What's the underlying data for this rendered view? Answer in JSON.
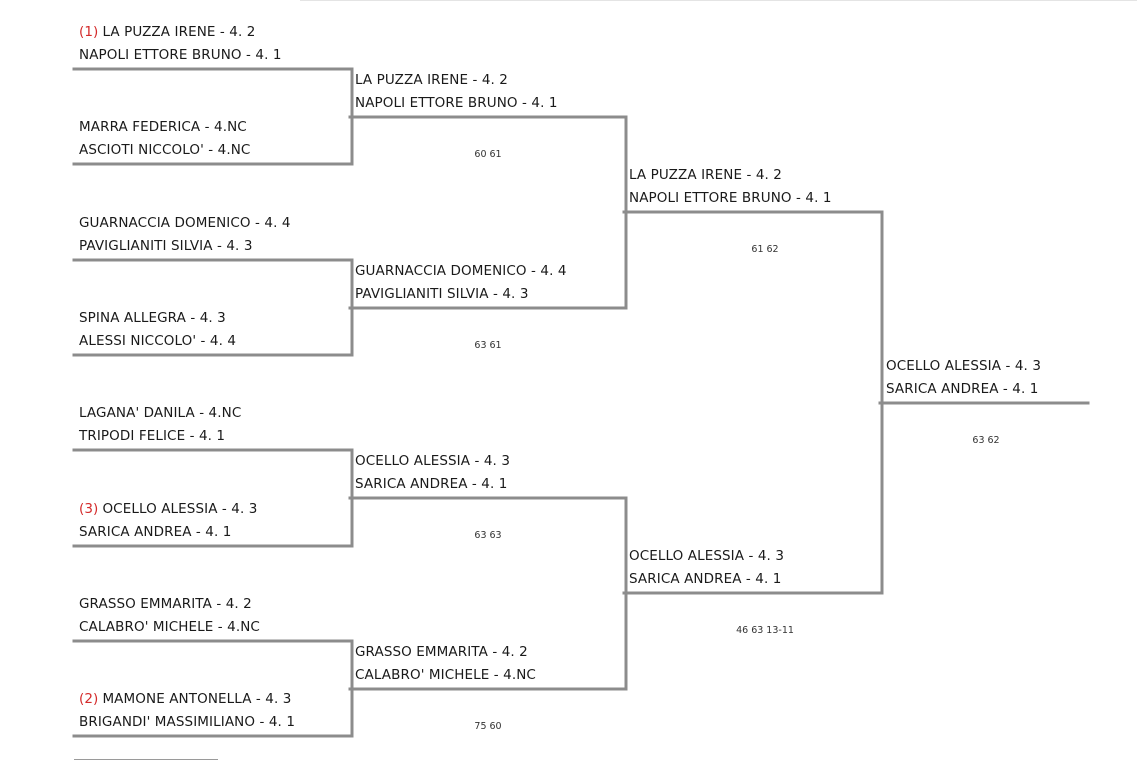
{
  "rounds": [
    {
      "name": "round-1",
      "matches": [
        {
          "p1": {
            "seed": "(1)",
            "text": "LA PUZZA IRENE - 4. 2"
          },
          "p2": {
            "seed": "",
            "text": "NAPOLI ETTORE BRUNO - 4. 1"
          }
        },
        {
          "p1": {
            "seed": "",
            "text": "MARRA FEDERICA - 4.NC"
          },
          "p2": {
            "seed": "",
            "text": "ASCIOTI NICCOLO' - 4.NC"
          }
        },
        {
          "p1": {
            "seed": "",
            "text": "GUARNACCIA DOMENICO - 4. 4"
          },
          "p2": {
            "seed": "",
            "text": "PAVIGLIANITI SILVIA - 4. 3"
          }
        },
        {
          "p1": {
            "seed": "",
            "text": "SPINA ALLEGRA - 4. 3"
          },
          "p2": {
            "seed": "",
            "text": "ALESSI NICCOLO' - 4. 4"
          }
        },
        {
          "p1": {
            "seed": "",
            "text": "LAGANA' DANILA - 4.NC"
          },
          "p2": {
            "seed": "",
            "text": "TRIPODI FELICE - 4. 1"
          }
        },
        {
          "p1": {
            "seed": "(3)",
            "text": "OCELLO ALESSIA - 4. 3"
          },
          "p2": {
            "seed": "",
            "text": "SARICA ANDREA - 4. 1"
          }
        },
        {
          "p1": {
            "seed": "",
            "text": "GRASSO EMMARITA - 4. 2"
          },
          "p2": {
            "seed": "",
            "text": "CALABRO' MICHELE - 4.NC"
          }
        },
        {
          "p1": {
            "seed": "(2)",
            "text": "MAMONE ANTONELLA - 4. 3"
          },
          "p2": {
            "seed": "",
            "text": "BRIGANDI' MASSIMILIANO - 4. 1"
          }
        }
      ]
    },
    {
      "name": "round-2",
      "matches": [
        {
          "p1": {
            "seed": "",
            "text": "LA PUZZA IRENE - 4. 2"
          },
          "p2": {
            "seed": "",
            "text": "NAPOLI ETTORE BRUNO - 4. 1"
          },
          "score": "60 61"
        },
        {
          "p1": {
            "seed": "",
            "text": "GUARNACCIA DOMENICO - 4. 4"
          },
          "p2": {
            "seed": "",
            "text": "PAVIGLIANITI SILVIA - 4. 3"
          },
          "score": "63 61"
        },
        {
          "p1": {
            "seed": "",
            "text": "OCELLO ALESSIA - 4. 3"
          },
          "p2": {
            "seed": "",
            "text": "SARICA ANDREA - 4. 1"
          },
          "score": "63 63"
        },
        {
          "p1": {
            "seed": "",
            "text": "GRASSO EMMARITA - 4. 2"
          },
          "p2": {
            "seed": "",
            "text": "CALABRO' MICHELE - 4.NC"
          },
          "score": "75 60"
        }
      ]
    },
    {
      "name": "semifinal",
      "matches": [
        {
          "p1": {
            "seed": "",
            "text": "LA PUZZA IRENE - 4. 2"
          },
          "p2": {
            "seed": "",
            "text": "NAPOLI ETTORE BRUNO - 4. 1"
          },
          "score": "61 62"
        },
        {
          "p1": {
            "seed": "",
            "text": "OCELLO ALESSIA - 4. 3"
          },
          "p2": {
            "seed": "",
            "text": "SARICA ANDREA - 4. 1"
          },
          "score": "46 63 13-11"
        }
      ]
    },
    {
      "name": "final",
      "matches": [
        {
          "p1": {
            "seed": "",
            "text": "OCELLO ALESSIA - 4. 3"
          },
          "p2": {
            "seed": "",
            "text": "SARICA ANDREA - 4. 1"
          },
          "score": "63 62"
        }
      ]
    }
  ],
  "colors": {
    "line": "#8c8c8c",
    "seed": "#d42b2b",
    "text": "#1a1a1a"
  }
}
